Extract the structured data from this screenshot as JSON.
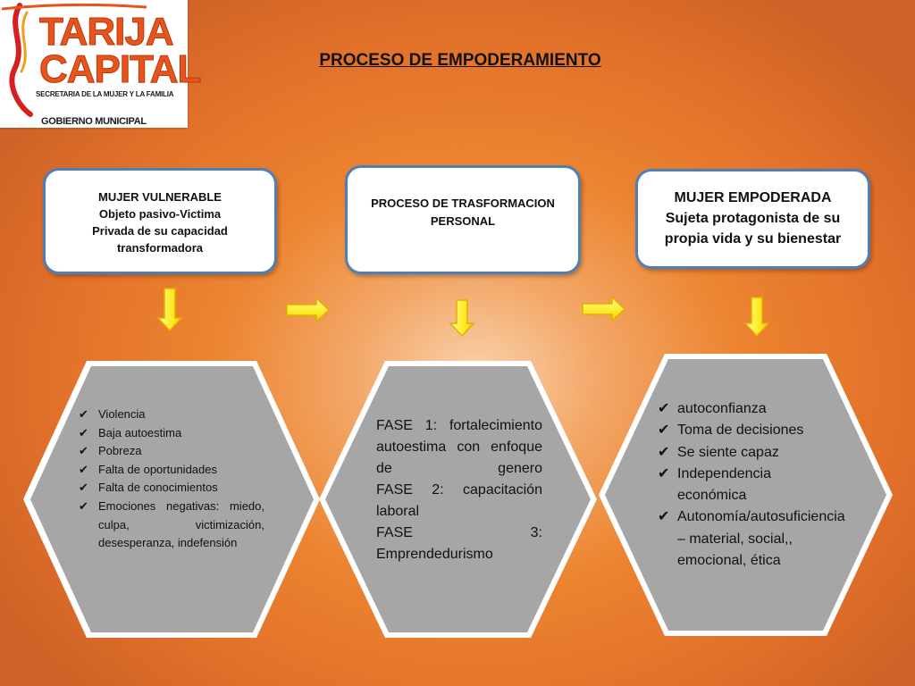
{
  "logo": {
    "line1": "TARIJA",
    "line2": "CAPITAL",
    "subtitle": "SECRETARIA DE LA MUJER Y LA FAMILIA",
    "footer": "GOBIERNO MUNICIPAL"
  },
  "title": "PROCESO DE EMPODERAMIENTO",
  "boxes": [
    {
      "lines": [
        "MUJER VULNERABLE",
        "Objeto pasivo-Victima",
        "Privada de su capacidad",
        "transformadora"
      ]
    },
    {
      "lines": [
        "PROCESO DE TRASFORMACION",
        "PERSONAL"
      ]
    },
    {
      "lines": [
        "MUJER EMPODERADA",
        "Sujeta protagonista de su",
        "propia vida y  su bienestar"
      ]
    }
  ],
  "hex1": {
    "items": [
      "Violencia",
      "Baja autoestima",
      "Pobreza",
      "Falta de oportunidades",
      "Falta de conocimientos",
      "Emociones negativas: miedo, culpa, victimización, desesperanza, indefensión"
    ]
  },
  "hex2": {
    "phase1_label": "FASE 1:",
    "phase1_text": "fortalecimiento autoestima con enfoque de genero",
    "phase2_label": "FASE 2:",
    "phase2_text": "capacitación laboral",
    "phase3_label": "FASE 3:",
    "phase3_text": "Emprendedurismo"
  },
  "hex3": {
    "items": [
      "autoconfianza",
      "Toma de decisiones",
      "Se siente capaz",
      "Independencia económica",
      "Autonomía/autosuficiencia – material, social,, emocional, ética"
    ]
  },
  "colors": {
    "box_border": "#4f7fb6",
    "hex_fill": "#a6a6a6",
    "arrow_fill": "#ffee33",
    "arrow_stroke": "#e0b000"
  }
}
